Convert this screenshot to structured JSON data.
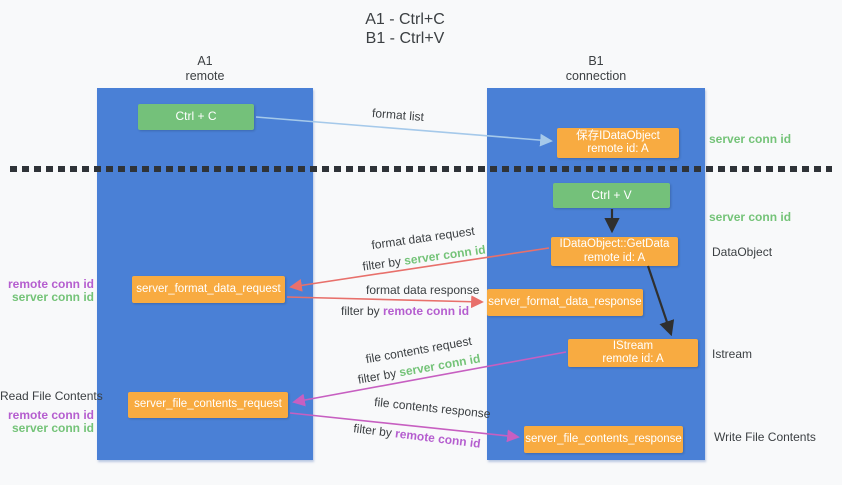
{
  "title": {
    "line1": "A1 - Ctrl+C",
    "line2": "B1 - Ctrl+V"
  },
  "lanes": {
    "left": {
      "name": "A1",
      "subtitle": "remote"
    },
    "right": {
      "name": "B1",
      "subtitle": "connection"
    }
  },
  "nodes": {
    "ctrl_c": "Ctrl + C",
    "save_idataobject": {
      "line1": "保存IDataObject",
      "line2": "remote id: A"
    },
    "ctrl_v": "Ctrl + V",
    "getdata": {
      "line1": "IDataObject::GetData",
      "line2": "remote id: A"
    },
    "format_request": "server_format_data_request",
    "format_response": "server_format_data_response",
    "istream": {
      "line1": "IStream",
      "line2": "remote id: A"
    },
    "file_request": "server_file_contents_request",
    "file_response": "server_file_contents_response"
  },
  "arrows": {
    "format_list_label": "format list",
    "format_data_request": {
      "label": "format data request",
      "filter_prefix": "filter by ",
      "filter_key": "server conn id"
    },
    "format_data_response": {
      "label": "format data response",
      "filter_prefix": "filter by ",
      "filter_key": "remote conn id"
    },
    "file_contents_request": {
      "label": "file contents request",
      "filter_prefix": "filter by ",
      "filter_key": "server conn id"
    },
    "file_contents_response": {
      "label": "file contents response",
      "filter_prefix": "filter by ",
      "filter_key": "remote conn id"
    }
  },
  "side_labels": {
    "right_server_conn_id_top": "server conn id",
    "right_server_conn_id_mid": "server conn id",
    "right_dataobject": "DataObject",
    "right_istream": "Istream",
    "right_write_file_contents": "Write File Contents",
    "left_format": {
      "remote": "remote conn id",
      "server": "server conn id"
    },
    "left_read_file_contents": "Read File Contents",
    "left_file": {
      "remote": "remote conn id",
      "server": "server conn id"
    }
  },
  "colors": {
    "lane_blue": "#4A80D6",
    "box_green": "#74C17A",
    "box_orange": "#F8AB41",
    "arrow_red": "#E8706B",
    "arrow_magenta": "#C75FC1",
    "arrow_lightblue": "#A5C9EA",
    "arrow_black": "#2F2F2F",
    "text_green": "#74C378",
    "text_purple": "#B55ECF",
    "text_dark": "#3C4043",
    "bg": "#F8F9FA",
    "dot": "#2F3338"
  }
}
